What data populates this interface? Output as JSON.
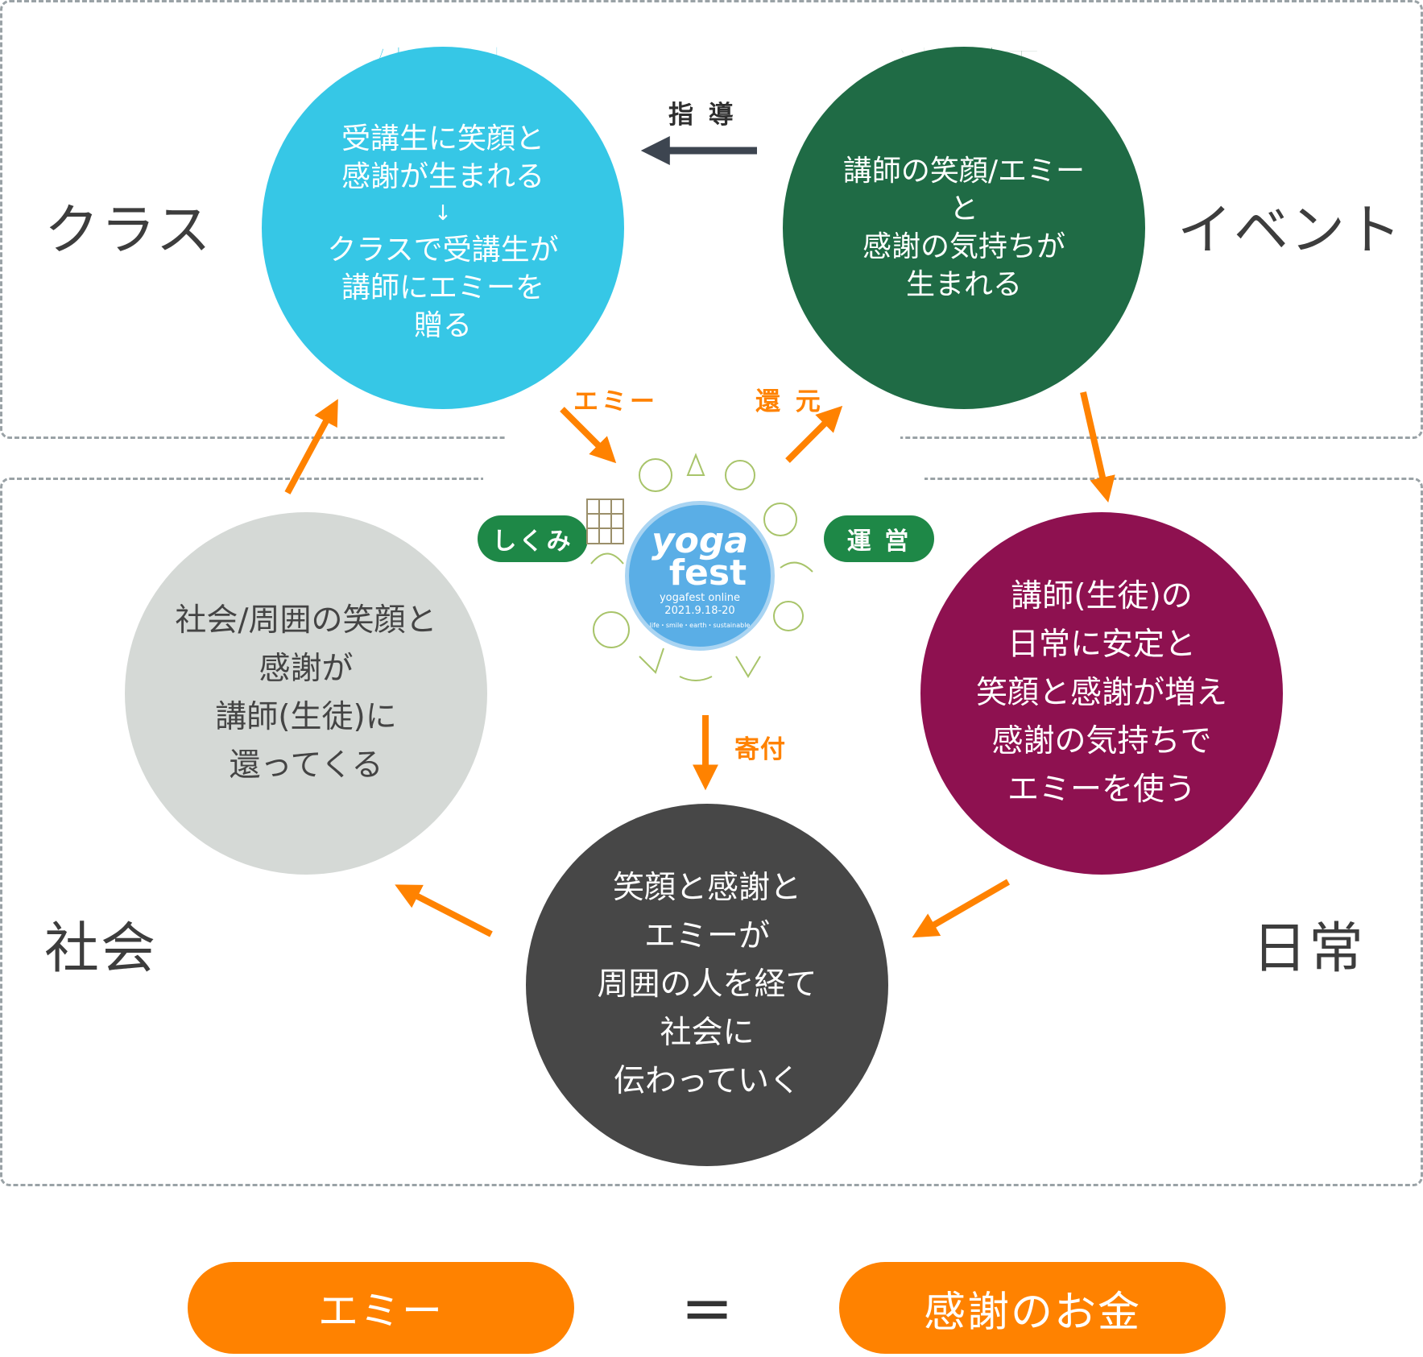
{
  "colors": {
    "seito": "#36c7e6",
    "koushi": "#1f6b45",
    "nichijou": "#8e1150",
    "society": "#d5d9d6",
    "spread": "#474747",
    "orange": "#ff8200",
    "green_pill": "#1e8847",
    "arrow_dark": "#3d4550",
    "frame": "#9aa2a6"
  },
  "regions": {
    "class": "クラス",
    "event": "イベント",
    "society": "社会",
    "daily": "日常"
  },
  "circles": {
    "seito": {
      "title": "生 徒",
      "lines": [
        "受講生に笑顔と",
        "感謝が生まれる",
        "↓",
        "クラスで受講生が",
        "講師にエミーを",
        "贈る"
      ]
    },
    "koushi": {
      "title": "講 師",
      "lines": [
        "講師の笑顔/エミー",
        "と",
        "感謝の気持ちが",
        "生まれる"
      ]
    },
    "nichijou": {
      "lines": [
        "講師(生徒)の",
        "日常に安定と",
        "笑顔と感謝が増え",
        "感謝の気持ちで",
        "エミーを使う"
      ]
    },
    "spread": {
      "lines": [
        "笑顔と感謝と",
        "エミーが",
        "周囲の人を経て",
        "社会に",
        "伝わっていく"
      ]
    },
    "society": {
      "lines": [
        "社会/周囲の笑顔と",
        "感謝が",
        "講師(生徒)に",
        "還ってくる"
      ]
    }
  },
  "arrow_labels": {
    "shidou": "指 導",
    "emmy": "エミー",
    "kangen": "還 元",
    "kifu": "寄付"
  },
  "pills": {
    "shikumi": "しくみ",
    "unei": "運 営"
  },
  "logo": {
    "word1": "yoga",
    "word2": "fest",
    "subtitle": "yogafest online",
    "date": "2021.9.18-20",
    "tagline": "life・smile・earth・sustainable"
  },
  "equation": {
    "left": "エミー",
    "equals": "=",
    "right": "感謝のお金"
  }
}
